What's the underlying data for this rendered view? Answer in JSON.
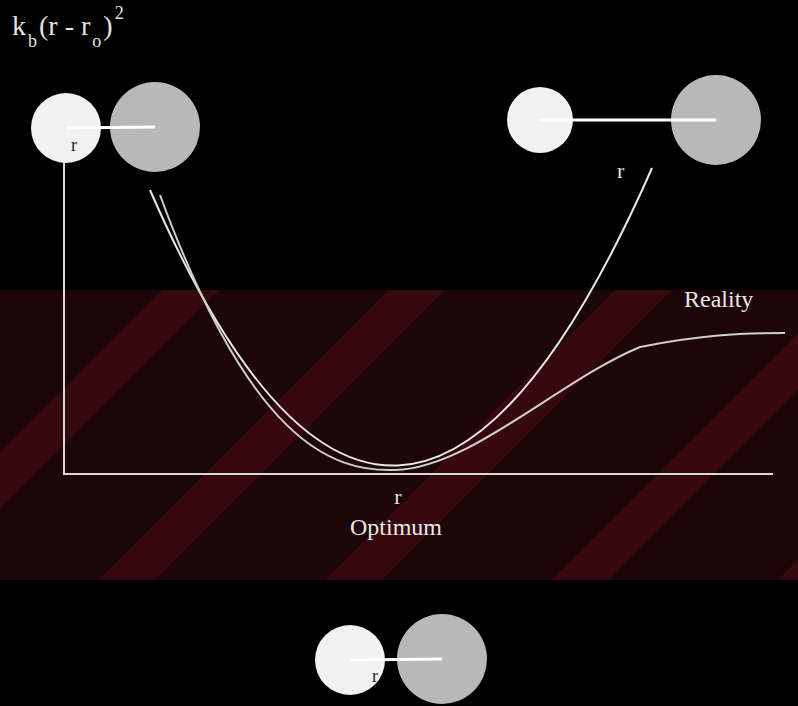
{
  "diagram": {
    "labels": [
      "k",
      "b",
      "(r - r",
      "o",
      ")",
      "2",
      "r",
      "r",
      "Reality",
      "r",
      "Optimum",
      "r"
    ]
  }
}
